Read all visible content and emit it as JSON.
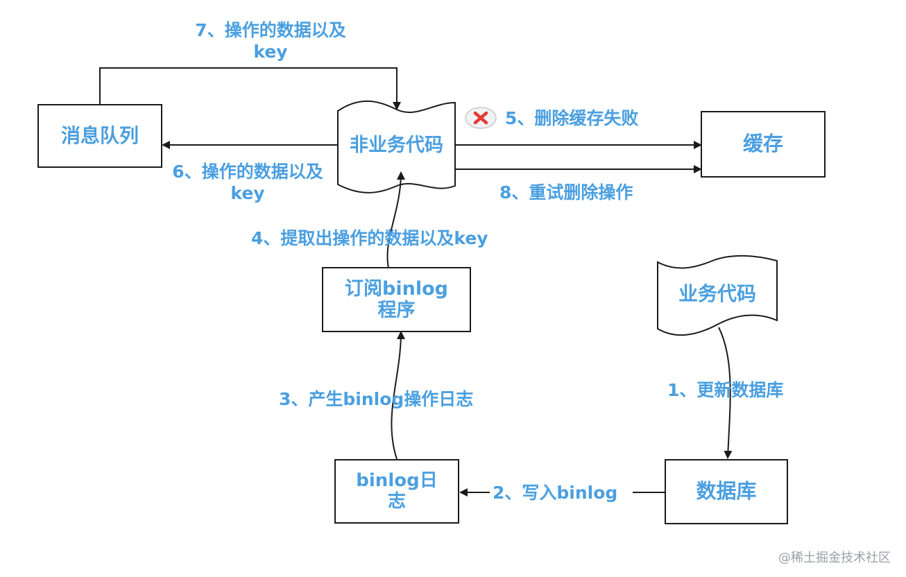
{
  "nodes": {
    "message_queue": "消息队列",
    "non_business_code": "非业务代码",
    "cache": "缓存",
    "binlog_subscriber": [
      "订阅binlog",
      "程序"
    ],
    "business_code": "业务代码",
    "database": "数据库",
    "binlog_log": [
      "binlog日",
      "志"
    ]
  },
  "edges": {
    "step1": "1、更新数据库",
    "step2": "2、写入binlog",
    "step3": "3、产生binlog操作日志",
    "step4": "4、提取出操作的数据以及key",
    "step5": "5、删除缓存失败",
    "step6": [
      "6、操作的数据以及",
      "key"
    ],
    "step7": [
      "7、操作的数据以及",
      "key"
    ],
    "step8": "8、重试删除操作"
  },
  "colors": {
    "accent": "#4a9fe0",
    "line": "#1a1a1a",
    "fail_icon": "#e53935"
  },
  "icons": {
    "fail": "close-icon"
  },
  "watermark": "@稀土掘金技术社区"
}
